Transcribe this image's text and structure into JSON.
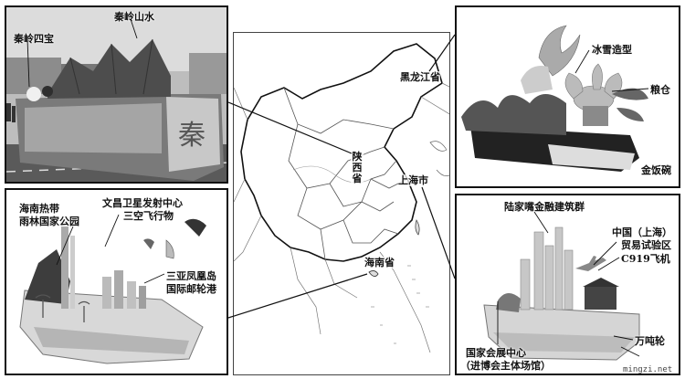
{
  "map": {
    "labels": {
      "heilongjiang": "黑龙江省",
      "shaanxi": "陕西省",
      "shanghai": "上海市",
      "hainan": "海南省"
    }
  },
  "panels": {
    "shaanxi": {
      "labels": {
        "qinling_shanshui": "秦岭山水",
        "qinling_sibao": "秦岭四宝"
      }
    },
    "heilongjiang": {
      "labels": {
        "bingxue": "冰雪造型",
        "liangcang": "粮仓",
        "jinfanwan": "金饭碗"
      }
    },
    "hainan": {
      "labels": {
        "rainforest_line1": "海南热带",
        "rainforest_line2": "雨林国家公园",
        "wenchang_line1": "文昌卫星发射中心",
        "wenchang_line2": "三空飞行物",
        "sanya_line1": "三亚凤凰岛",
        "sanya_line2": "国际邮轮港"
      }
    },
    "shanghai": {
      "labels": {
        "lujiazui": "陆家嘴金融建筑群",
        "ftz_line1": "中国（上海）",
        "ftz_line2": "贸易试验区",
        "c919": "C919飞机",
        "cec_line1": "国家会展中心",
        "cec_line2": "（进博会主体场馆）",
        "wandunlun": "万吨轮"
      }
    }
  },
  "watermark": "mingzi.net"
}
